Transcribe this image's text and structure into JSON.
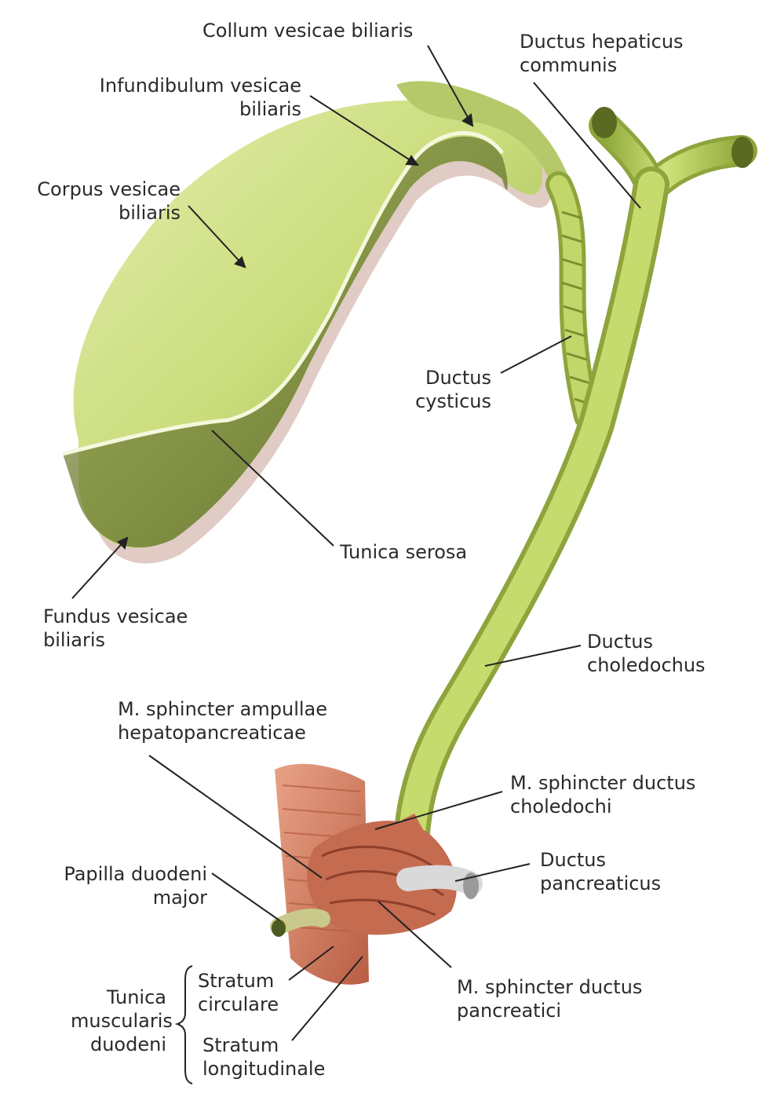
{
  "labels": {
    "collum": [
      "Collum vesicae biliaris"
    ],
    "hepaticus": [
      "Ductus hepaticus",
      "communis"
    ],
    "infundibulum": [
      "Infundibulum vesicae",
      "biliaris"
    ],
    "corpus": [
      "Corpus vesicae",
      "biliaris"
    ],
    "cysticus": [
      "Ductus",
      "cysticus"
    ],
    "serosa": [
      "Tunica serosa"
    ],
    "fundus": [
      "Fundus vesicae",
      "biliaris"
    ],
    "choledochus": [
      "Ductus",
      "choledochus"
    ],
    "ampullae": [
      "M. sphincter ampullae",
      "hepatopancreaticae"
    ],
    "sph_choledochi": [
      "M. sphincter ductus",
      "choledochi"
    ],
    "papilla": [
      "Papilla duodeni",
      "major"
    ],
    "pancreaticus": [
      "Ductus",
      "pancreaticus"
    ],
    "muscularis": [
      "Tunica",
      "muscularis",
      "duodeni"
    ],
    "circulare": [
      "Stratum",
      "circulare"
    ],
    "longitudinale": [
      "Stratum",
      "longitudinale"
    ],
    "sph_pancreatici": [
      "M. sphincter ductus",
      "pancreatici"
    ]
  },
  "colors": {
    "gallbladder": "#c9dc7a",
    "gallbladder_shadow": "#7e8f3c",
    "duct": "#b9d05a",
    "muscle": "#d9866b",
    "leader": "#222222"
  }
}
